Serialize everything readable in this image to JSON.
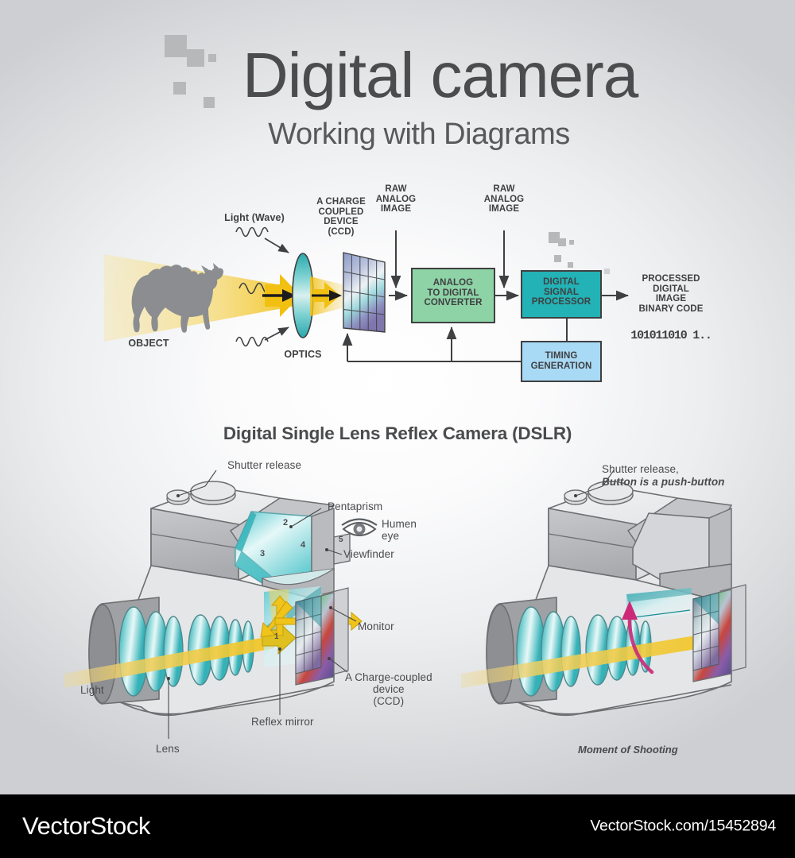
{
  "header": {
    "title": "Digital camera",
    "subtitle": "Working with Diagrams"
  },
  "flow_diagram": {
    "labels": {
      "light_wave": "Light (Wave)",
      "object": "OBJECT",
      "optics": "OPTICS",
      "ccd": "A CHARGE\nCOUPLED\nDEVICE\n(CCD)",
      "ccd_line1": "A CHARGE",
      "ccd_line2": "COUPLED",
      "ccd_line3": "DEVICE",
      "ccd_line4": "(CCD)",
      "raw_analog_1": "RAW\nANALOG\nIMAGE",
      "raw_analog_2": "RAW\nANALOG\nIMAGE",
      "raw_line1": "RAW",
      "raw_line2": "ANALOG",
      "raw_line3": "IMAGE",
      "output_line1": "PROCESSED",
      "output_line2": "DIGITAL",
      "output_line3": "IMAGE",
      "output_line4": "BINARY CODE",
      "binary_code": "101011010 1.."
    },
    "boxes": [
      {
        "id": "adc",
        "line1": "ANALOG",
        "line2": "TO DIGITAL",
        "line3": "CONVERTER",
        "color": "#8ed3a6"
      },
      {
        "id": "dsp",
        "line1": "DIGITAL",
        "line2": "SIGNAL",
        "line3": "PROCESSOR",
        "color": "#23b2b5"
      },
      {
        "id": "timing",
        "line1": "TIMING",
        "line2": "GENERATION",
        "line3": "",
        "color": "#a8d9f5"
      }
    ]
  },
  "dslr_section": {
    "title": "Digital Single Lens Reflex Camera (DSLR)",
    "left_camera": {
      "labels": {
        "shutter_release": "Shutter release",
        "pentaprism": "Pentaprism",
        "human_eye_line1": "Humen",
        "human_eye_line2": "eye",
        "viewfinder": "Viewfinder",
        "monitor": "Monitor",
        "ccd_line1": "A Charge-coupled",
        "ccd_line2": "device",
        "ccd_line3": "(CCD)",
        "reflex_mirror": "Reflex mirror",
        "lens": "Lens",
        "light": "Light"
      },
      "ray_numbers": [
        "1",
        "2",
        "3",
        "4",
        "5"
      ]
    },
    "right_camera": {
      "labels": {
        "shutter_release_line1": "Shutter release,",
        "shutter_release_line2": "Button is a push-button",
        "caption": "Moment of Shooting"
      }
    }
  },
  "footer": {
    "brand": "VectorStock",
    "url": "VectorStock.com/15452894"
  },
  "colors": {
    "teal": "#23b2b5",
    "green": "#8ed3a6",
    "blue": "#a8d9f5",
    "gold": "#f2c010",
    "magenta": "#cc2a78",
    "stroke": "#4a4b4d",
    "deco_gray": "#b6b8ba"
  }
}
